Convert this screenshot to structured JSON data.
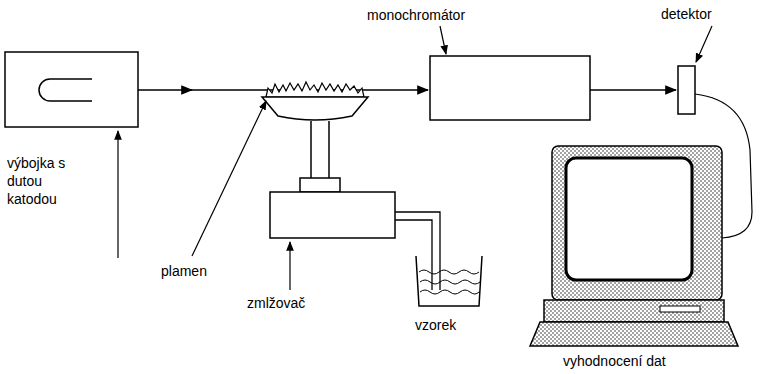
{
  "diagram": {
    "labels": [
      "monochromátor",
      "detektor",
      "výbojka s dutou katodou",
      "plamen",
      "zmlžovač",
      "vzorek",
      "vyhodnocení dat"
    ]
  }
}
